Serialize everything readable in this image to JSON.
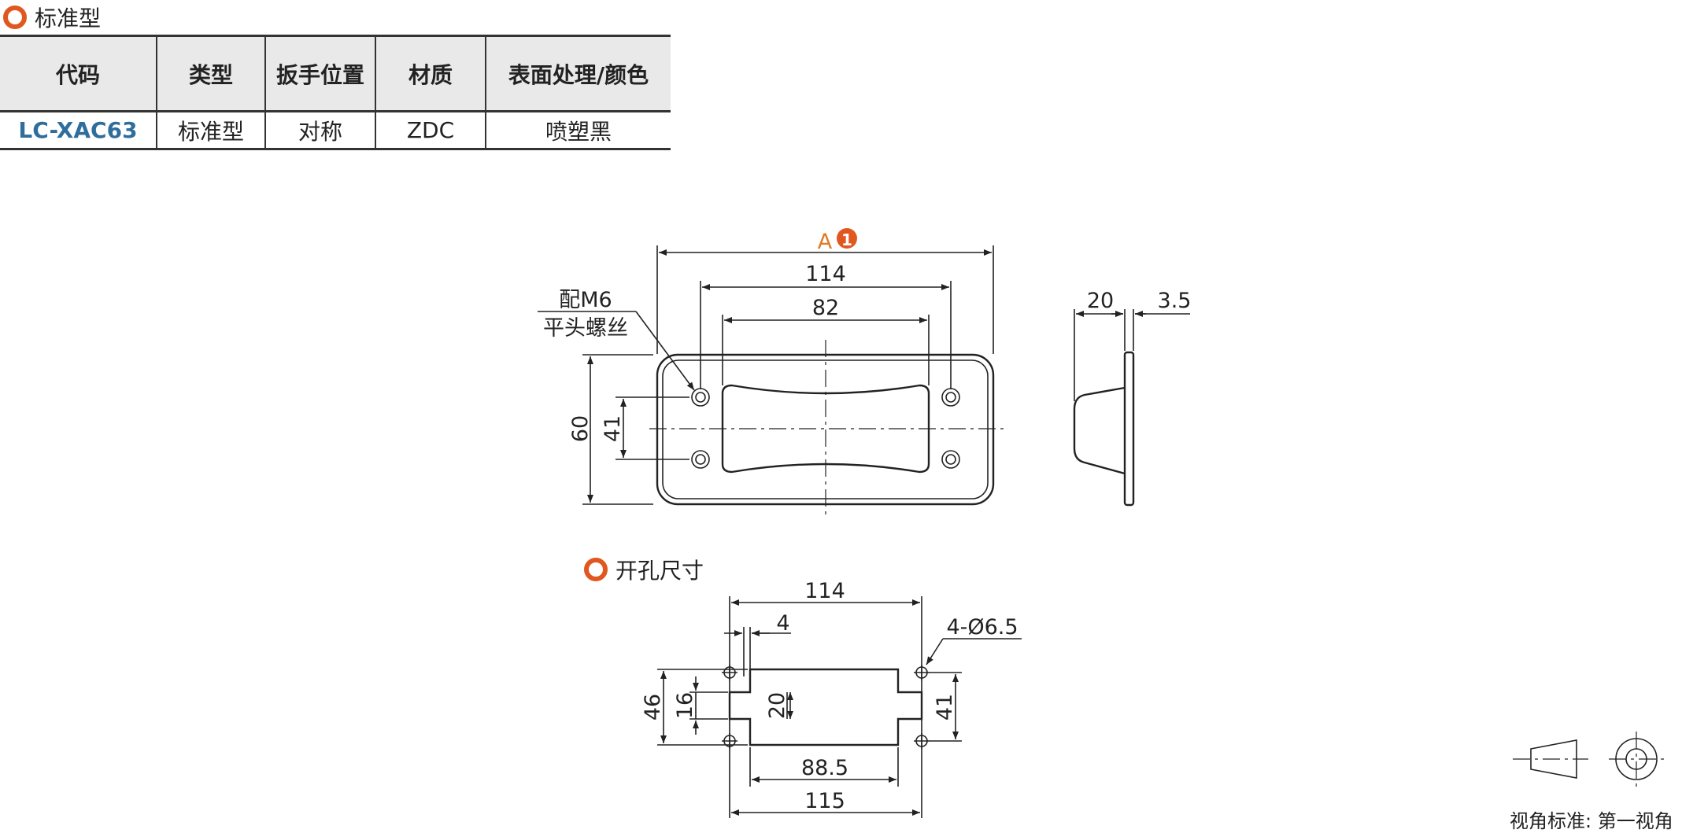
{
  "section1": {
    "title": "标准型"
  },
  "table": {
    "headers": [
      "代码",
      "类型",
      "扳手位置",
      "材质",
      "表面处理/颜色"
    ],
    "rows": [
      {
        "code": "LC-XAC63",
        "type": "标准型",
        "position": "对称",
        "material": "ZDC",
        "finish": "喷塑黑"
      }
    ]
  },
  "drawing": {
    "front": {
      "label_a": "A",
      "label_a_badge": "1",
      "dim_114": "114",
      "dim_82": "82",
      "dim_60": "60",
      "dim_41": "41",
      "screw_note_line1": "配M6",
      "screw_note_line2": "平头螺丝"
    },
    "side": {
      "dim_20": "20",
      "dim_3_5": "3.5"
    }
  },
  "section2": {
    "title": "开孔尺寸"
  },
  "cutout": {
    "dim_114": "114",
    "dim_4": "4",
    "dim_holes": "4-Ø6.5",
    "dim_46": "46",
    "dim_16": "16",
    "dim_20": "20",
    "dim_41": "41",
    "dim_88_5": "88.5",
    "dim_115": "115"
  },
  "projection": {
    "label": "视角标准: 第一视角"
  },
  "colors": {
    "accent": "#e0581f",
    "code": "#2f6e9c",
    "label_a": "#e07a22"
  }
}
